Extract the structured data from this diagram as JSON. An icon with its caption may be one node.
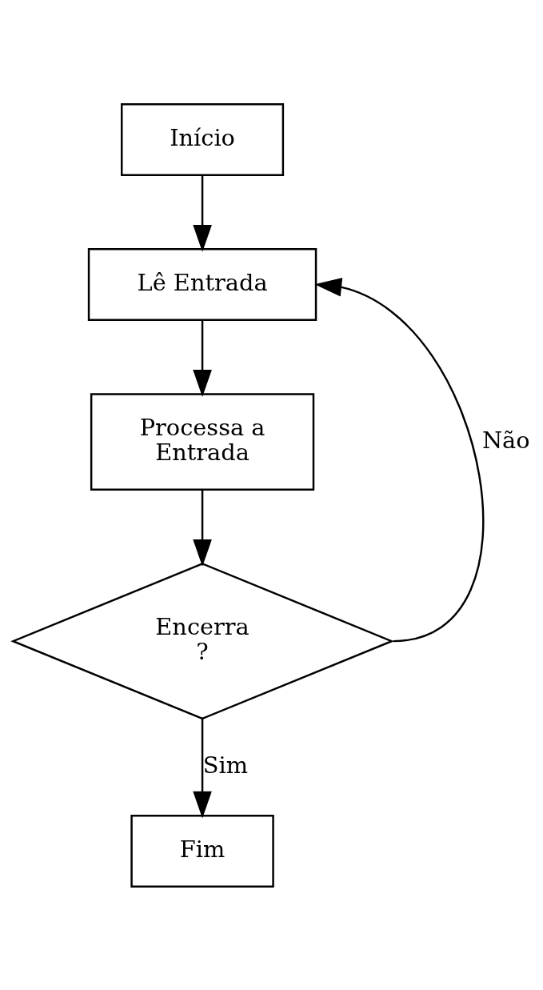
{
  "diagram": {
    "nodes": [
      {
        "text": [
          "Início"
        ]
      },
      {
        "text": [
          "Lê Entrada"
        ]
      },
      {
        "text": [
          "Processa a Entrada"
        ]
      },
      {
        "text": [
          "Encerra ?"
        ]
      },
      {
        "text": [
          "Fim"
        ]
      }
    ],
    "edges": [
      {
        "from": 0,
        "to": 1,
        "arrow": "to"
      },
      {
        "from": 1,
        "to": 2,
        "arrow": "to"
      },
      {
        "from": 2,
        "to": 3,
        "arrow": "to"
      },
      {
        "from": 3,
        "to": 1,
        "arrow": "to",
        "label": "Não"
      },
      {
        "from": 3,
        "to": 4,
        "arrow": "to",
        "label": "Sim"
      }
    ]
  }
}
